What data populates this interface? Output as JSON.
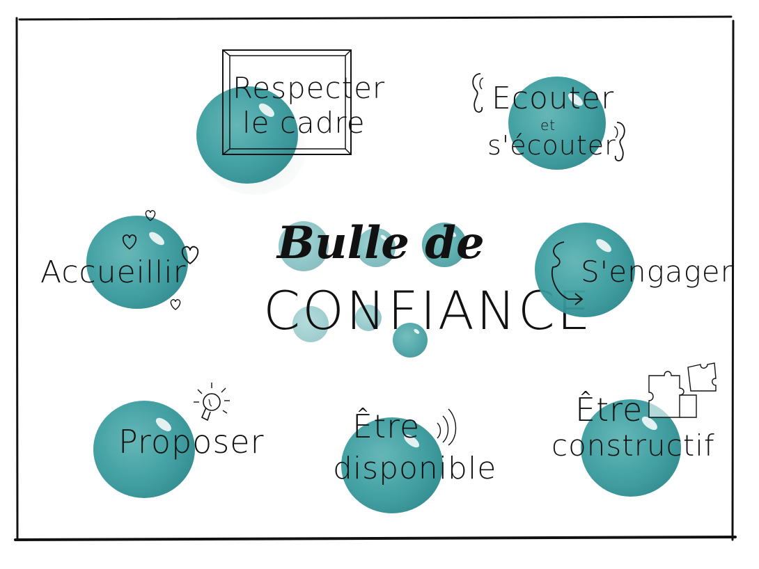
{
  "title": {
    "line1": "Bulle de",
    "line2": "CONFIANCE"
  },
  "bubbles": {
    "respecter": {
      "line1": "Respecter",
      "line2": "le cadre"
    },
    "ecouter": {
      "line1": "Ecouter",
      "line2": "et",
      "line3": "s'écouter"
    },
    "accueillir": {
      "label": "Accueillir"
    },
    "sengager": {
      "label": "S'engager"
    },
    "proposer": {
      "label": "Proposer"
    },
    "disponible": {
      "line1": "Être",
      "line2": "disponible"
    },
    "constructif": {
      "line1": "Être",
      "line2": "constructif"
    }
  },
  "colors": {
    "bubble": "#3c9ea0",
    "ink": "#111111",
    "background": "#ffffff"
  },
  "icons": [
    "frame-icon",
    "ear-icon",
    "heart-icon",
    "arrow-icon",
    "lightbulb-icon",
    "sound-waves-icon",
    "puzzle-icon"
  ]
}
